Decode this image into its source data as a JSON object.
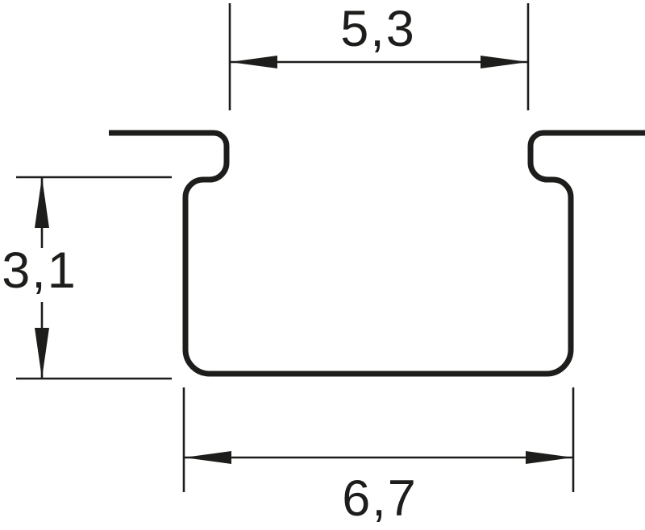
{
  "drawing": {
    "background_color": "#ffffff",
    "line_color": "#1d1d1b",
    "dimensions": {
      "top_width": {
        "label": "5,3"
      },
      "height": {
        "label": "3,1"
      },
      "bottom_width": {
        "label": "6,7"
      }
    }
  }
}
